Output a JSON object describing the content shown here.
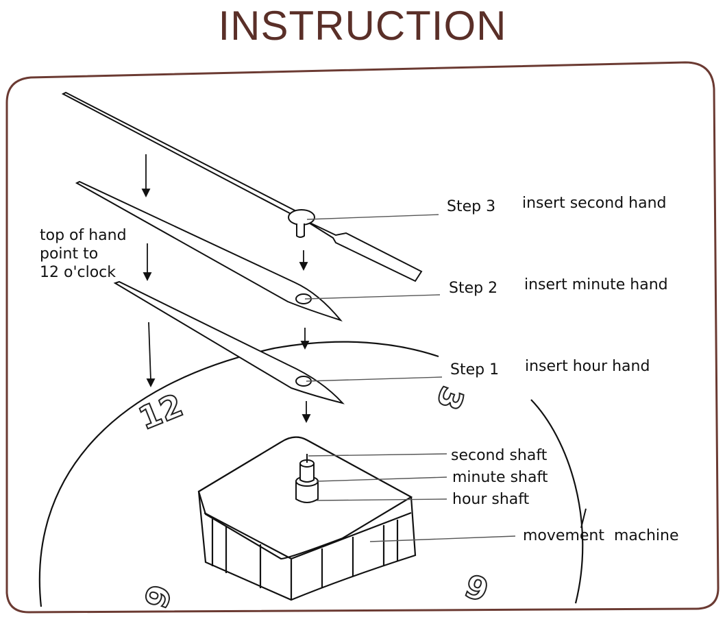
{
  "title": "INSTRUCTION",
  "note": [
    "top of hand",
    "point to",
    "12 o'clock"
  ],
  "steps": [
    {
      "step": "Step 3",
      "action": "insert second hand"
    },
    {
      "step": "Step 2",
      "action": "insert minute hand"
    },
    {
      "step": "Step 1",
      "action": "insert hour hand"
    }
  ],
  "parts": [
    "second shaft",
    "minute shaft",
    "hour shaft",
    "movement  machine"
  ],
  "dial_numbers": [
    "12",
    "3",
    "6",
    "9"
  ],
  "colors": {
    "title": "#5a2f28",
    "frame": "#6b3a32",
    "line": "#111111"
  }
}
